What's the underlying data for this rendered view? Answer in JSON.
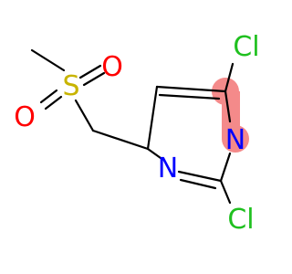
{
  "molecule": {
    "atoms": {
      "sulfur": {
        "symbol": "S",
        "color": "#c8b400"
      },
      "oxygen_1": {
        "symbol": "O",
        "color": "#ff0000"
      },
      "oxygen_2": {
        "symbol": "O",
        "color": "#ff0000"
      },
      "nitrogen_1": {
        "symbol": "N",
        "color": "#0000ff"
      },
      "nitrogen_3": {
        "symbol": "N",
        "color": "#0000ff"
      },
      "chlorine_2": {
        "symbol": "Cl",
        "color": "#1fc01f"
      },
      "chlorine_4": {
        "symbol": "Cl",
        "color": "#1fc01f"
      }
    },
    "highlight_color": "#f48a8a",
    "bond_color": "#000000"
  }
}
